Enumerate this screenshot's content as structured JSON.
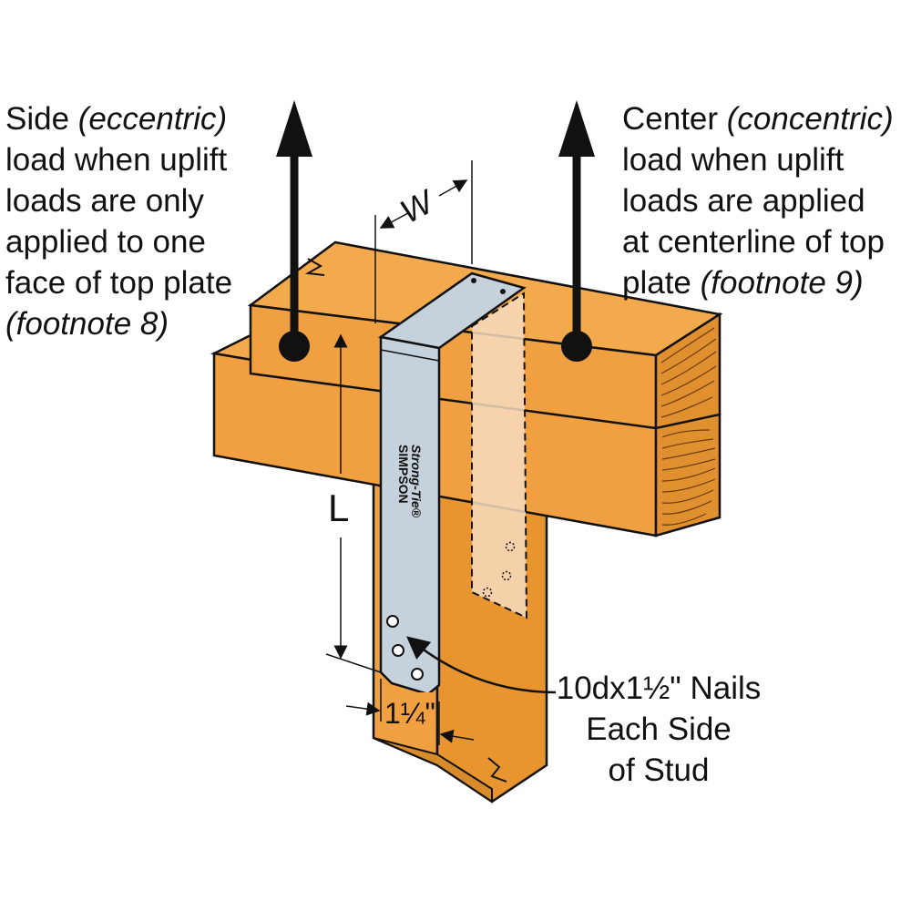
{
  "side_callout": {
    "line1_plain": "Side ",
    "line1_italic": "(eccentric)",
    "line2": "load when uplift",
    "line3": "loads are only",
    "line4": "applied to one",
    "line5": "face of top plate",
    "line6_italic": "(footnote 8)"
  },
  "center_callout": {
    "line1_plain": "Center ",
    "line1_italic": "(concentric)",
    "line2": "load when uplift",
    "line3": "loads are applied",
    "line4": "at centerline of top",
    "line5_plain": "plate ",
    "line5_italic": "(footnote 9)"
  },
  "nails_callout": {
    "line1": "10dx1½\" Nails",
    "line2": "Each Side",
    "line3": "of Stud"
  },
  "dimensions": {
    "width_label": "W",
    "length_label": "L",
    "edge_label": "1¼\""
  },
  "strap_brand": {
    "line1": "SIMPSON",
    "line2": "Strong-Tie®"
  },
  "colors": {
    "wood": "#f0a040",
    "wood_dark": "#d98a2a",
    "wood_end": "#e8962f",
    "strap": "#c5d2dc",
    "strap_hidden": "#f7dcc0",
    "ink": "#111111"
  }
}
